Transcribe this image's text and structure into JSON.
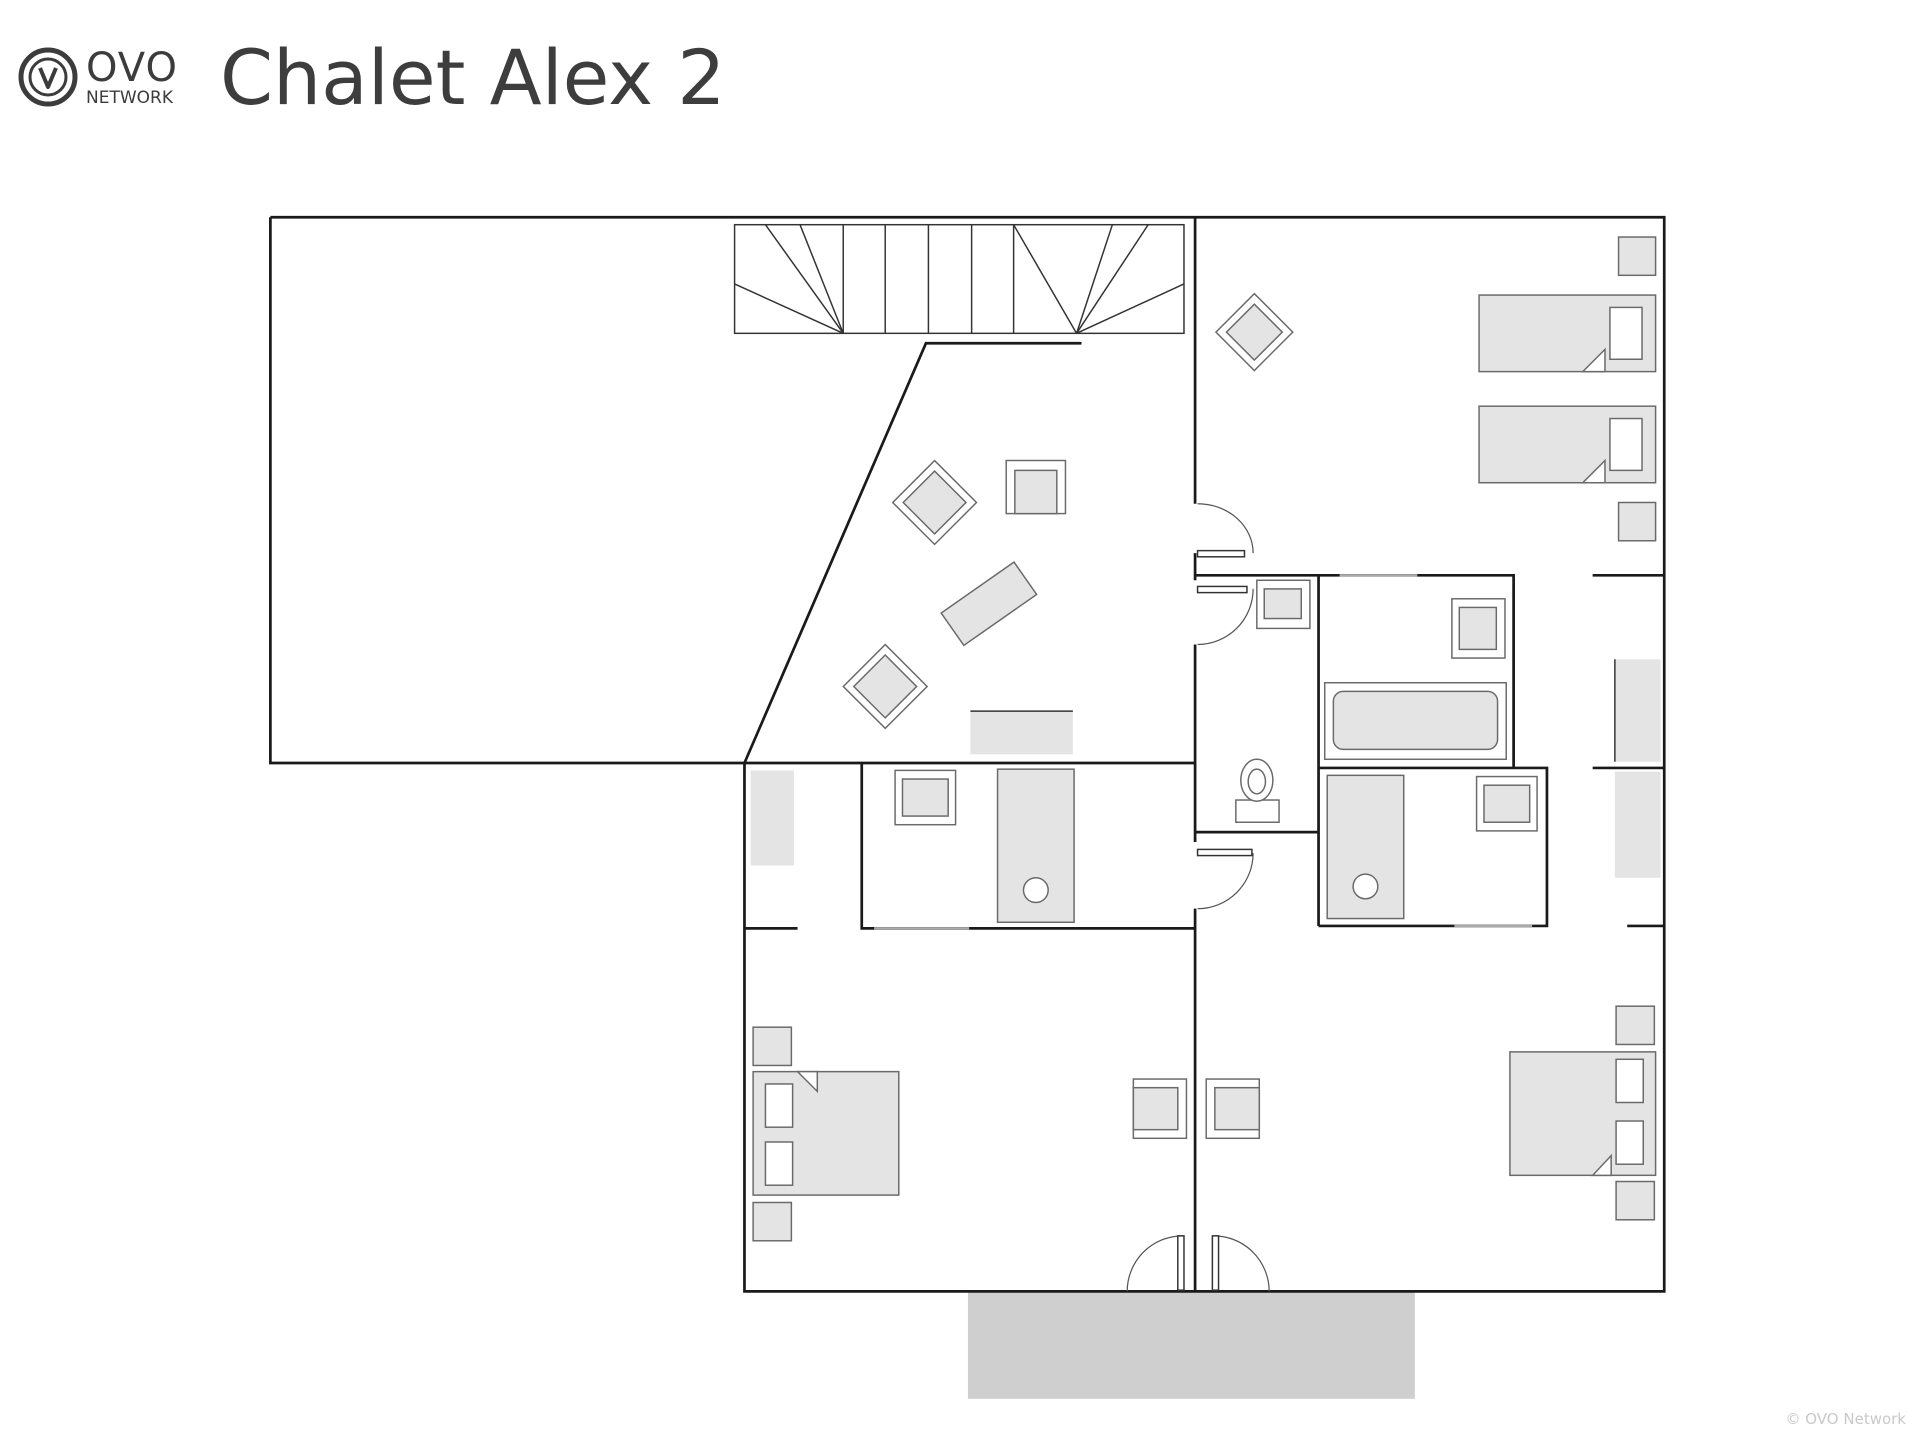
{
  "header": {
    "logo_main": "OVO",
    "logo_sub": "NETWORK",
    "title": "Chalet Alex 2"
  },
  "footer": {
    "copyright": "© OVO Network"
  },
  "colors": {
    "wall": "#1a1a1a",
    "furniture_fill": "#e4e4e4",
    "furniture_stroke": "#6a6a6a",
    "terrace": "#cfcfcf",
    "text": "#3d3d3d"
  },
  "icons": {
    "logo": "ovo-circle-v-icon"
  }
}
